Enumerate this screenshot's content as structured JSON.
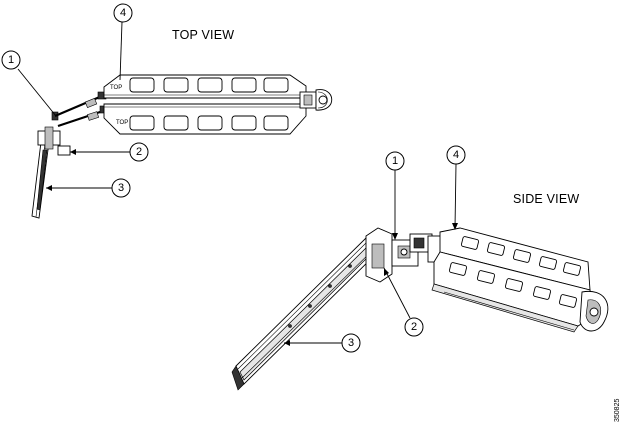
{
  "top_view": {
    "title": "TOP VIEW",
    "arm_label_upper": "TOP",
    "arm_label_lower": "TOP",
    "callouts": [
      "1",
      "2",
      "3",
      "4"
    ]
  },
  "side_view": {
    "title": "SIDE VIEW",
    "callouts": [
      "1",
      "2",
      "3",
      "4"
    ]
  },
  "figure_id": "350825"
}
